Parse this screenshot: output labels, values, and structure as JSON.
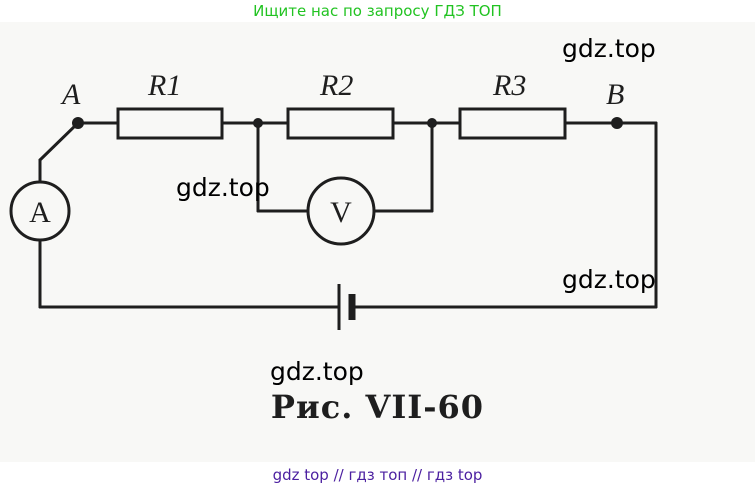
{
  "header": {
    "banner": "Ищите нас по запросу ГДЗ ТОП"
  },
  "diagram": {
    "points": {
      "a": "A",
      "b": "B"
    },
    "resistors": [
      "R1",
      "R2",
      "R3"
    ],
    "ammeter": "A",
    "voltmeter": "V",
    "caption": "Рис. VII-60"
  },
  "watermarks": [
    "gdz.top",
    "gdz.top",
    "gdz.top",
    "gdz.top"
  ],
  "footer": {
    "text": "gdz top  //  гдз топ  //  гдз top"
  }
}
